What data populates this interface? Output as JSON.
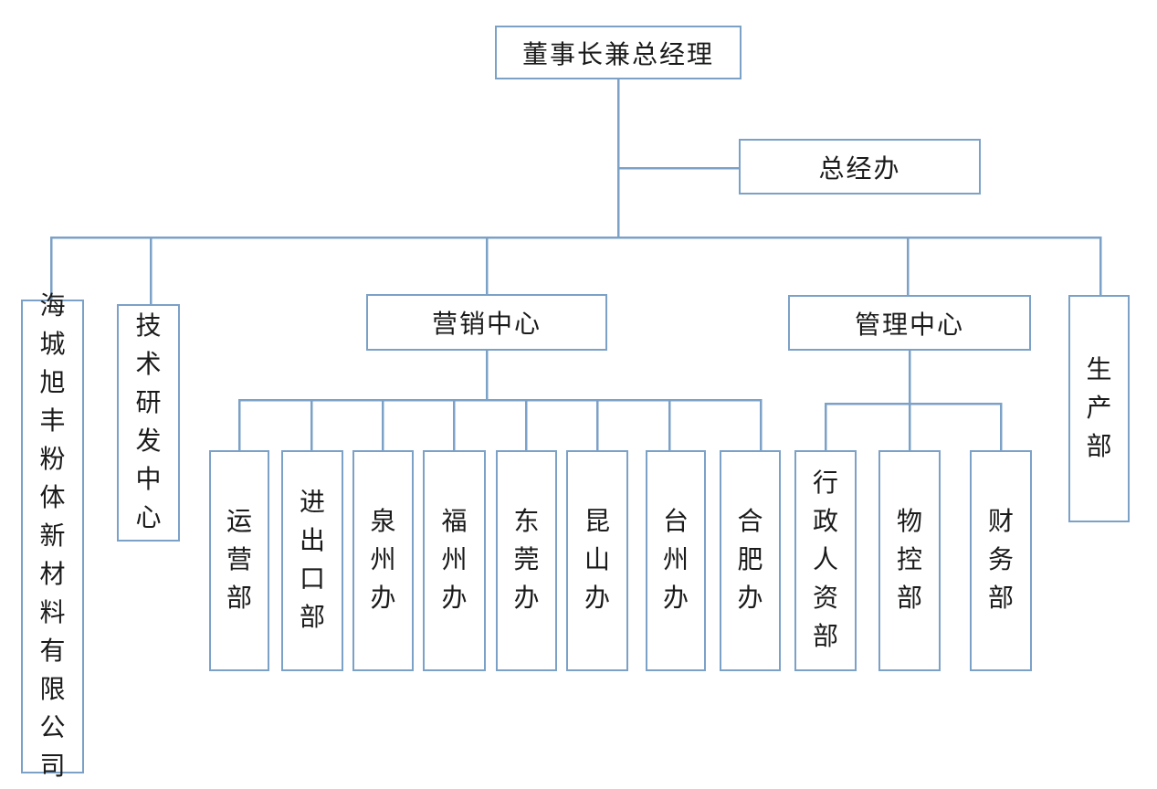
{
  "colors": {
    "line": "#7ca1c7",
    "text": "#1a1a1a",
    "background": "#ffffff"
  },
  "org_chart": {
    "root": {
      "label": "董事长兼总经理"
    },
    "gm_office": {
      "label": "总经办"
    },
    "company": {
      "label": "海城旭丰粉体新材料有限公司"
    },
    "tech_center": {
      "label": "技术研发中心"
    },
    "marketing_center": {
      "label": "营销中心"
    },
    "management_center": {
      "label": "管理中心"
    },
    "production_dept": {
      "label": "生产部"
    },
    "marketing_children": [
      {
        "label": "运营部"
      },
      {
        "label": "进出口部"
      },
      {
        "label": "泉州办"
      },
      {
        "label": "福州办"
      },
      {
        "label": "东莞办"
      },
      {
        "label": "昆山办"
      },
      {
        "label": "台州办"
      },
      {
        "label": "合肥办"
      }
    ],
    "management_children": [
      {
        "label": "行政人资部"
      },
      {
        "label": "物控部"
      },
      {
        "label": "财务部"
      }
    ]
  }
}
